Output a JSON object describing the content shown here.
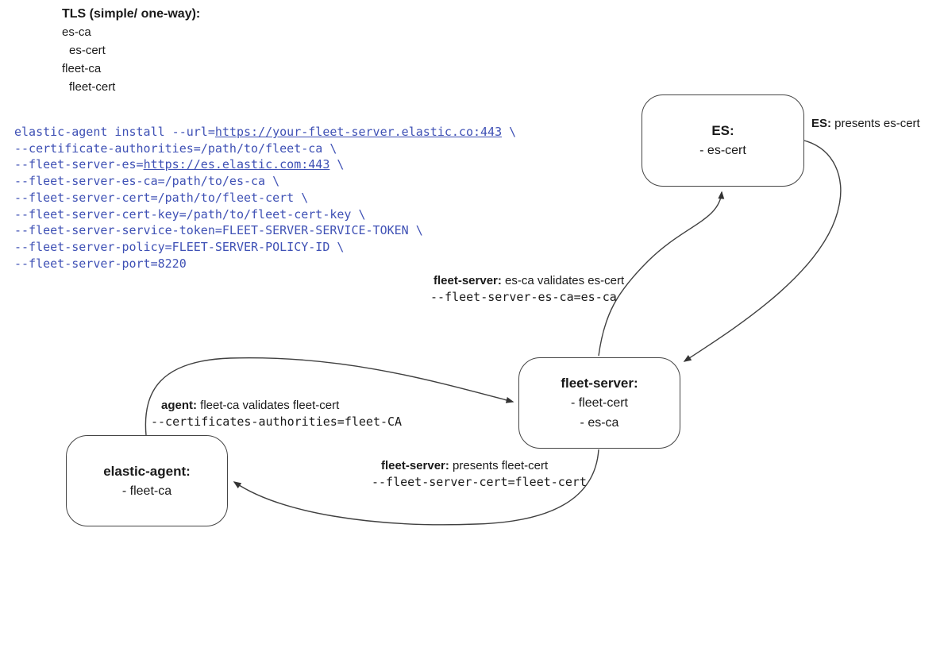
{
  "colors": {
    "code_blue": "#3f51b5",
    "stroke": "#404040",
    "text": "#1a1a1a",
    "background": "#ffffff"
  },
  "legend": {
    "title": "TLS (simple/ one-way):",
    "items": [
      "es-ca",
      "es-cert",
      "fleet-ca",
      "fleet-cert"
    ]
  },
  "command": {
    "lines": [
      {
        "pre": "elastic-agent install --url=",
        "url": "https://your-fleet-server.elastic.co:443",
        "post": " \\"
      },
      {
        "pre": "--certificate-authorities=/path/to/fleet-ca \\"
      },
      {
        "pre": "--fleet-server-es=",
        "url": "https://es.elastic.com:443",
        "post": " \\"
      },
      {
        "pre": "--fleet-server-es-ca=/path/to/es-ca \\"
      },
      {
        "pre": "--fleet-server-cert=/path/to/fleet-cert \\"
      },
      {
        "pre": "--fleet-server-cert-key=/path/to/fleet-cert-key \\"
      },
      {
        "pre": "--fleet-server-service-token=FLEET-SERVER-SERVICE-TOKEN \\"
      },
      {
        "pre": "--fleet-server-policy=FLEET-SERVER-POLICY-ID \\"
      },
      {
        "pre": "--fleet-server-port=8220"
      }
    ]
  },
  "nodes": {
    "es": {
      "title": "ES:",
      "items": [
        "- es-cert"
      ]
    },
    "fleet_server": {
      "title": "fleet-server:",
      "items": [
        "- fleet-cert",
        "- es-ca"
      ]
    },
    "elastic_agent": {
      "title": "elastic-agent:",
      "items": [
        "- fleet-ca"
      ]
    }
  },
  "edge_labels": {
    "es_presents": {
      "bold": "ES:",
      "text": " presents es-cert"
    },
    "fleet_validates": {
      "bold": "fleet-server:",
      "text": " es-ca validates es-cert",
      "code": "--fleet-server-es-ca=es-ca"
    },
    "agent_validates": {
      "bold": "agent:",
      "text": " fleet-ca validates fleet-cert",
      "code": "--certificates-authorities=fleet-CA"
    },
    "fleet_presents": {
      "bold": "fleet-server:",
      "text": " presents fleet-cert",
      "code": "--fleet-server-cert=fleet-cert"
    }
  }
}
